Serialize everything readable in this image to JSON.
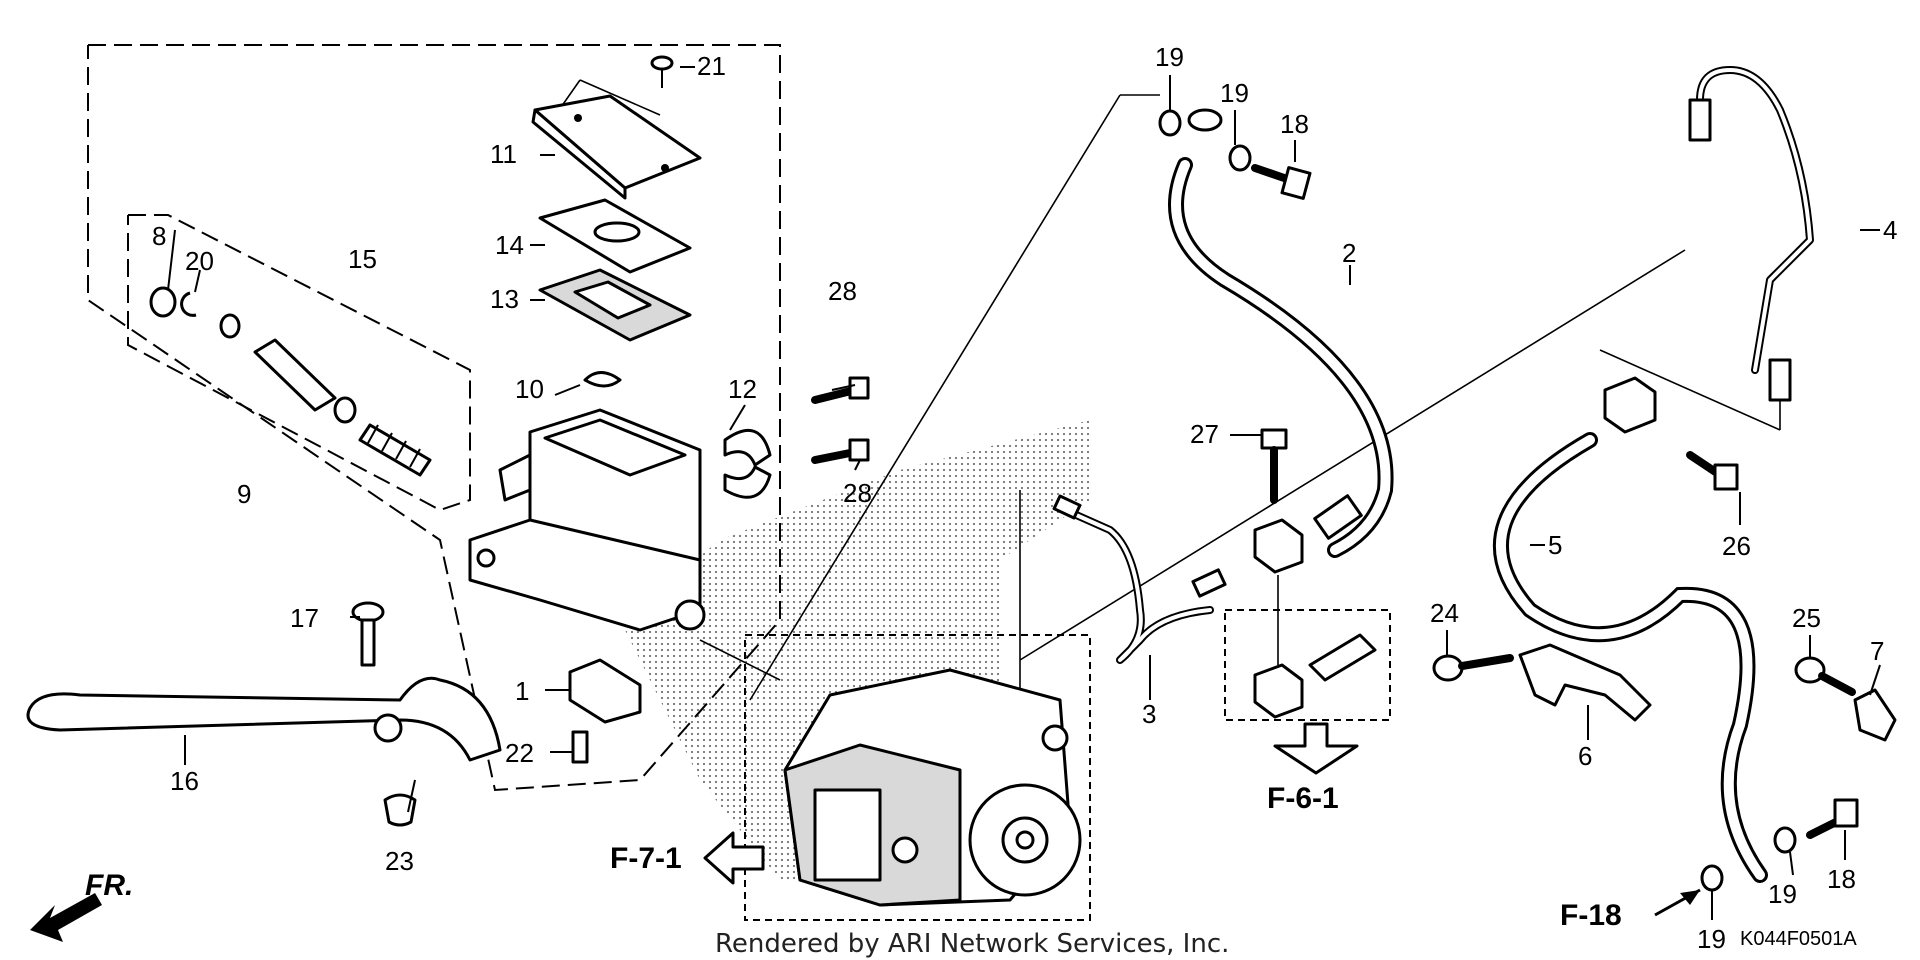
{
  "diagram": {
    "credit": "Rendered by ARI Network Services, Inc.",
    "code": "K044F0501A",
    "direction_label": "FR.",
    "callouts": [
      {
        "id": "c1",
        "label": "1"
      },
      {
        "id": "c2",
        "label": "2"
      },
      {
        "id": "c3",
        "label": "3"
      },
      {
        "id": "c4",
        "label": "4"
      },
      {
        "id": "c5",
        "label": "5"
      },
      {
        "id": "c6",
        "label": "6"
      },
      {
        "id": "c7",
        "label": "7"
      },
      {
        "id": "c8",
        "label": "8"
      },
      {
        "id": "c9",
        "label": "9"
      },
      {
        "id": "c10",
        "label": "10"
      },
      {
        "id": "c11",
        "label": "11"
      },
      {
        "id": "c12",
        "label": "12"
      },
      {
        "id": "c13",
        "label": "13"
      },
      {
        "id": "c14",
        "label": "14"
      },
      {
        "id": "c15",
        "label": "15"
      },
      {
        "id": "c16",
        "label": "16"
      },
      {
        "id": "c17",
        "label": "17"
      },
      {
        "id": "c18a",
        "label": "18"
      },
      {
        "id": "c18b",
        "label": "18"
      },
      {
        "id": "c19a",
        "label": "19"
      },
      {
        "id": "c19b",
        "label": "19"
      },
      {
        "id": "c19c",
        "label": "19"
      },
      {
        "id": "c19d",
        "label": "19"
      },
      {
        "id": "c20",
        "label": "20"
      },
      {
        "id": "c21",
        "label": "21"
      },
      {
        "id": "c22",
        "label": "22"
      },
      {
        "id": "c23",
        "label": "23"
      },
      {
        "id": "c24",
        "label": "24"
      },
      {
        "id": "c25",
        "label": "25"
      },
      {
        "id": "c26",
        "label": "26"
      },
      {
        "id": "c27",
        "label": "27"
      },
      {
        "id": "c28a",
        "label": "28"
      },
      {
        "id": "c28b",
        "label": "28"
      }
    ],
    "refs": [
      {
        "id": "r71",
        "label": "F-7-1"
      },
      {
        "id": "r61",
        "label": "F-6-1"
      },
      {
        "id": "r18",
        "label": "F-18"
      }
    ]
  }
}
